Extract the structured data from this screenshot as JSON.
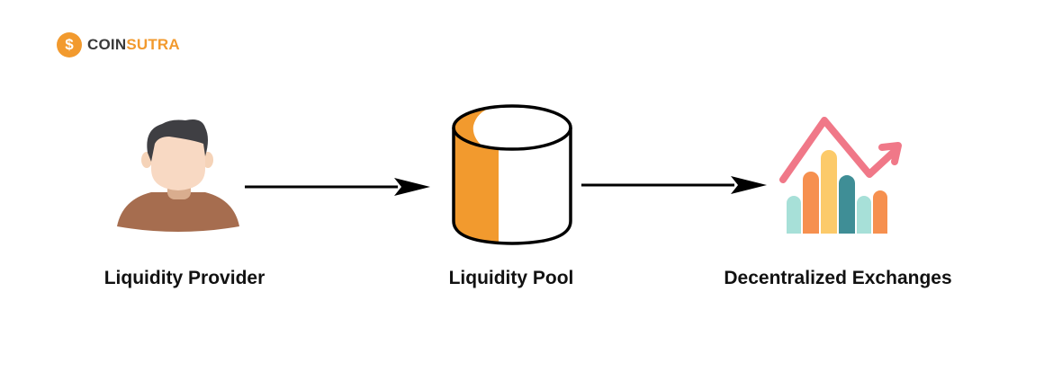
{
  "brand": {
    "logo_icon": "coin-dollar-icon",
    "logo_glyph": "$",
    "name_part1": "COIN",
    "name_part2": "SUTRA",
    "accent_color": "#f29a2e"
  },
  "diagram": {
    "nodes": [
      {
        "id": "provider",
        "label": "Liquidity Provider",
        "icon": "person-icon"
      },
      {
        "id": "pool",
        "label": "Liquidity Pool",
        "icon": "cylinder-pool-icon"
      },
      {
        "id": "exchanges",
        "label": "Decentralized Exchanges",
        "icon": "trend-chart-icon"
      }
    ],
    "edges": [
      {
        "from": "provider",
        "to": "pool",
        "icon": "arrow-right-icon"
      },
      {
        "from": "pool",
        "to": "exchanges",
        "icon": "arrow-right-icon"
      }
    ]
  }
}
